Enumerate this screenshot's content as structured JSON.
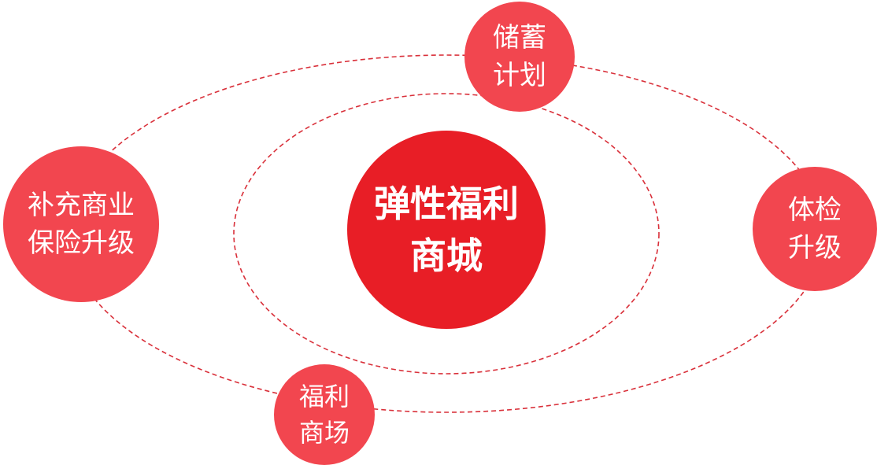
{
  "colors": {
    "center_fill": "#e81e26",
    "satellite_fill": "#f2464f",
    "orbit_stroke": "#d9303a",
    "text": "#ffffff"
  },
  "center": {
    "line1": "弹性福利",
    "line2": "商城"
  },
  "satellites": {
    "top": {
      "line1": "储蓄",
      "line2": "计划"
    },
    "left": {
      "line1": "补充商业",
      "line2": "保险升级"
    },
    "right": {
      "line1": "体检",
      "line2": "升级"
    },
    "bottom": {
      "line1": "福利",
      "line2": "商场"
    }
  }
}
